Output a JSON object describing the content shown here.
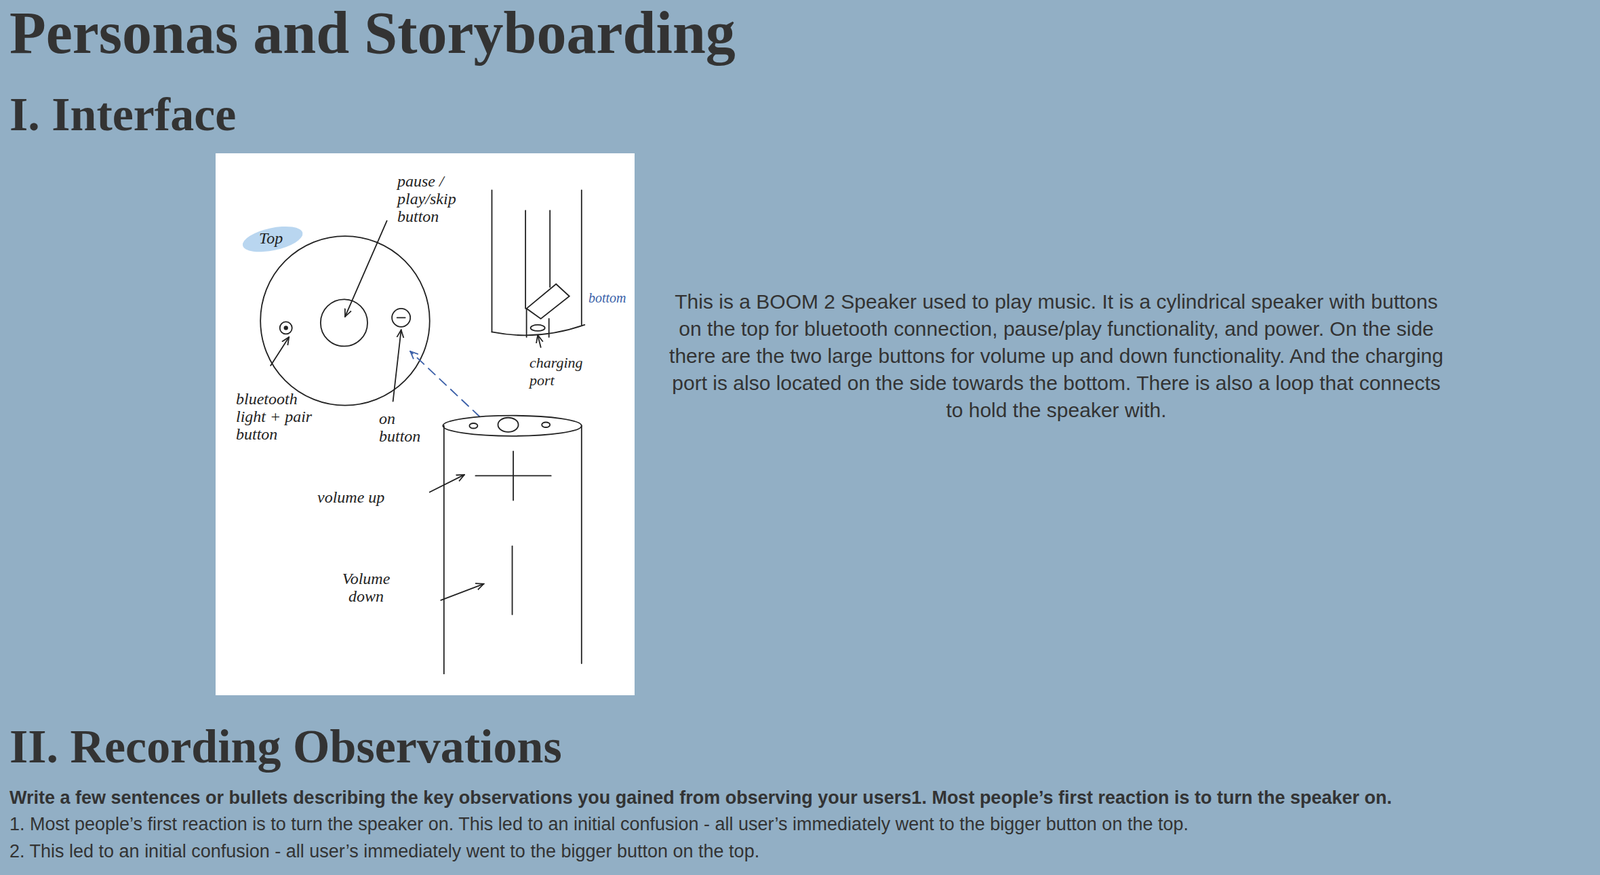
{
  "diagram": {
    "title": "Personas and Storyboarding",
    "labels": [
      "I. Interface",
      "Top",
      "pause / play/skip button",
      "bluetooth light + pair button",
      "on button",
      "bottom",
      "charging port",
      "volume up",
      "Volume down",
      "This is a BOOM 2 Speaker used to play music. It is a cylindrical speaker with buttons on the top for bluetooth connection, pause/play functionality, and power. On the side there are the two large buttons for volume up and down functionality. And the charging port is also located on the side towards the bottom. There is also a loop that connects to hold the speaker with.",
      "II. Recording Observations",
      "Write a few sentences or bullets describing the key observations you gained from observing your users1. Most people’s first reaction is to turn the speaker on.",
      "1. Most people’s first reaction is to turn the speaker on. This led to an initial confusion - all user’s immediately went to the bigger button on the top.",
      "2. This led to an initial confusion - all user’s immediately went to the bigger button on the top."
    ]
  }
}
